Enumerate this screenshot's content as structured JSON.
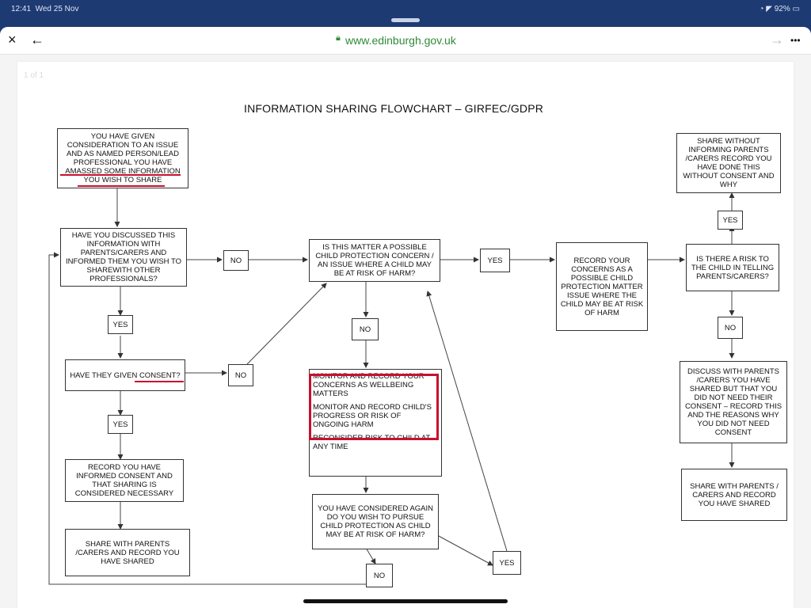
{
  "status": {
    "time": "12:41",
    "date": "Wed 25 Nov",
    "battery": "92%"
  },
  "browser": {
    "close_icon": "×",
    "back_icon": "←",
    "url": "www.edinburgh.gov.uk",
    "forward_icon": "→",
    "more_icon": "•••"
  },
  "doc": {
    "page_indicator": "1 of 1",
    "title": "INFORMATION SHARING FLOWCHART – GIRFEC/GDPR"
  },
  "flow": {
    "b1": "YOU HAVE GIVEN CONSIDERATION TO AN ISSUE AND AS NAMED PERSON/LEAD PROFESSIONAL YOU HAVE AMASSED SOME INFORMATION YOU WISH TO SHARE",
    "b2": "HAVE YOU DISCUSSED THIS INFORMATION WITH PARENTS/CARERS AND INFORMED THEM YOU WISH TO SHAREWITH OTHER PROFESSIONALS?",
    "yes1": "YES",
    "b3": "HAVE THEY GIVEN CONSENT?",
    "yes2": "YES",
    "b4": "RECORD YOU HAVE INFORMED CONSENT AND THAT SHARING IS CONSIDERED NECESSARY",
    "b5": "SHARE WITH PARENTS /CARERS AND RECORD YOU HAVE SHARED",
    "no1": "NO",
    "no2": "NO",
    "c1": "IS THIS MATTER A POSSIBLE CHILD PROTECTION CONCERN / AN ISSUE WHERE A CHILD MAY BE AT RISK OF HARM?",
    "no3": "NO",
    "c2a": "MONITOR AND RECORD YOUR CONCERNS AS WELLBEING MATTERS",
    "c2b": "MONITOR AND RECORD CHILD'S PROGRESS OR RISK OF ONGOING HARM",
    "c2c": "RECONSIDER RISK TO CHILD AT ANY TIME",
    "c3": "YOU HAVE CONSIDERED AGAIN DO YOU WISH TO PURSUE CHILD PROTECTION AS CHILD MAY BE AT RISK OF HARM?",
    "no4": "NO",
    "yes3": "YES",
    "yes4": "YES",
    "d1": "RECORD YOUR CONCERNS AS A POSSIBLE CHILD PROTECTION MATTER ISSUE WHERE THE CHILD MAY BE AT RISK OF HARM",
    "e1": "IS THERE A RISK TO THE CHILD IN TELLING PARENTS/CARERS?",
    "yes5": "YES",
    "e2": "SHARE WITHOUT INFORMING PARENTS /CARERS RECORD YOU HAVE DONE THIS WITHOUT CONSENT AND WHY",
    "no5": "NO",
    "e3": "DISCUSS WITH PARENTS /CARERS YOU HAVE SHARED BUT THAT YOU DID NOT NEED THEIR CONSENT – RECORD THIS AND THE REASONS WHY YOU DID NOT NEED CONSENT",
    "e4": "SHARE WITH PARENTS / CARERS AND RECORD YOU HAVE SHARED"
  },
  "colors": {
    "accent_red": "#c8102e",
    "url_green": "#2f8a3a",
    "status_blue": "#1e3a73"
  }
}
